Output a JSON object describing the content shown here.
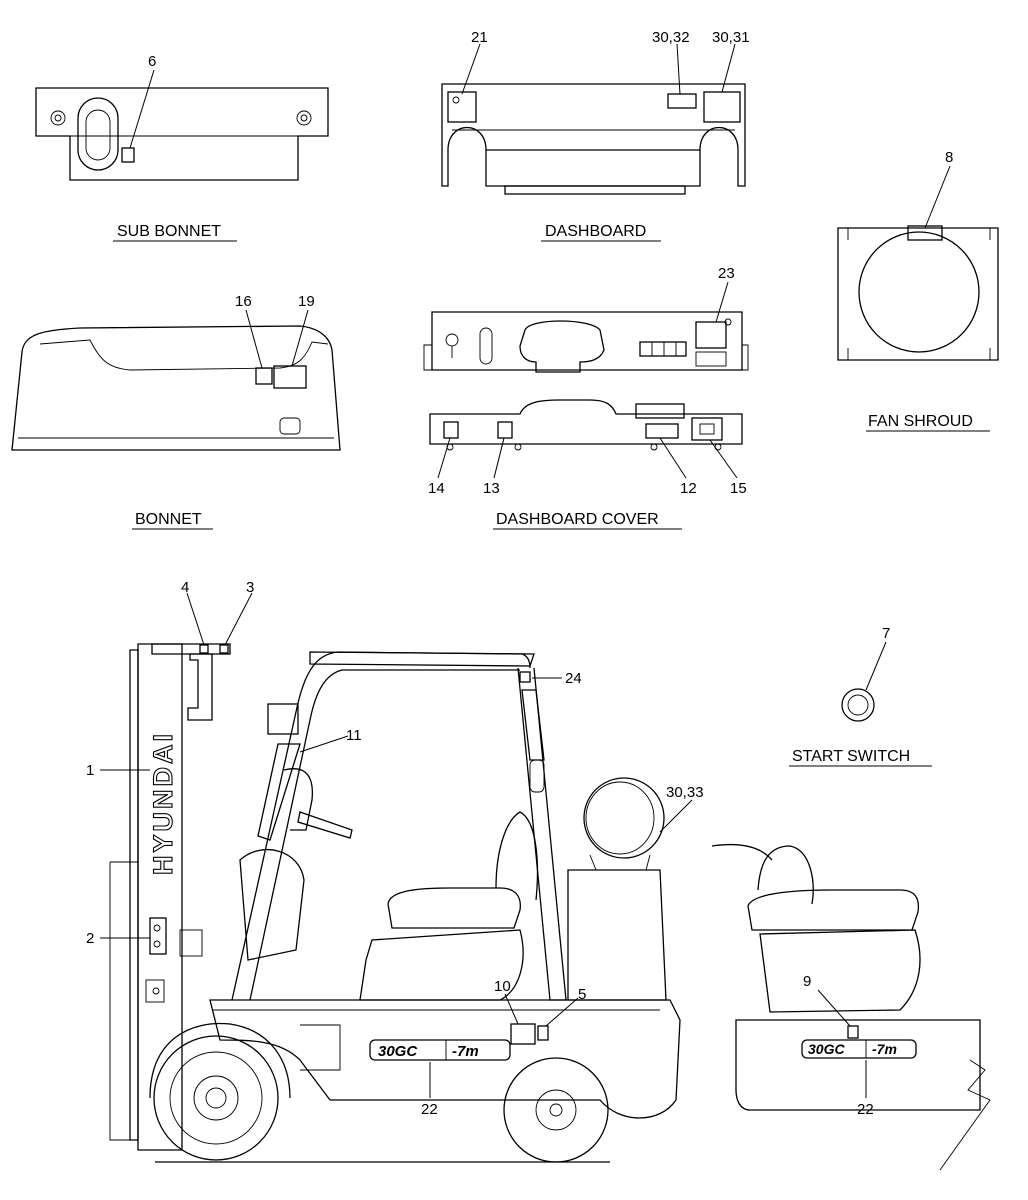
{
  "captions": {
    "sub_bonnet": "SUB BONNET",
    "dashboard": "DASHBOARD",
    "fan_shroud": "FAN SHROUD",
    "bonnet": "BONNET",
    "dashboard_cover": "DASHBOARD COVER",
    "start_switch": "START SWITCH"
  },
  "callouts": {
    "c1": "1",
    "c2": "2",
    "c3": "3",
    "c4": "4",
    "c5": "5",
    "c6": "6",
    "c7": "7",
    "c8": "8",
    "c9": "9",
    "c10": "10",
    "c11": "11",
    "c12": "12",
    "c13": "13",
    "c14": "14",
    "c15": "15",
    "c16": "16",
    "c19": "19",
    "c21": "21",
    "c22a": "22",
    "c22b": "22",
    "c23": "23",
    "c24": "24",
    "c3032": "30,32",
    "c3031": "30,31",
    "c3033": "30,33"
  },
  "decals": {
    "mast_brand": "HYUNDAI",
    "model_main": "30GC",
    "model_suffix": "-7m"
  }
}
